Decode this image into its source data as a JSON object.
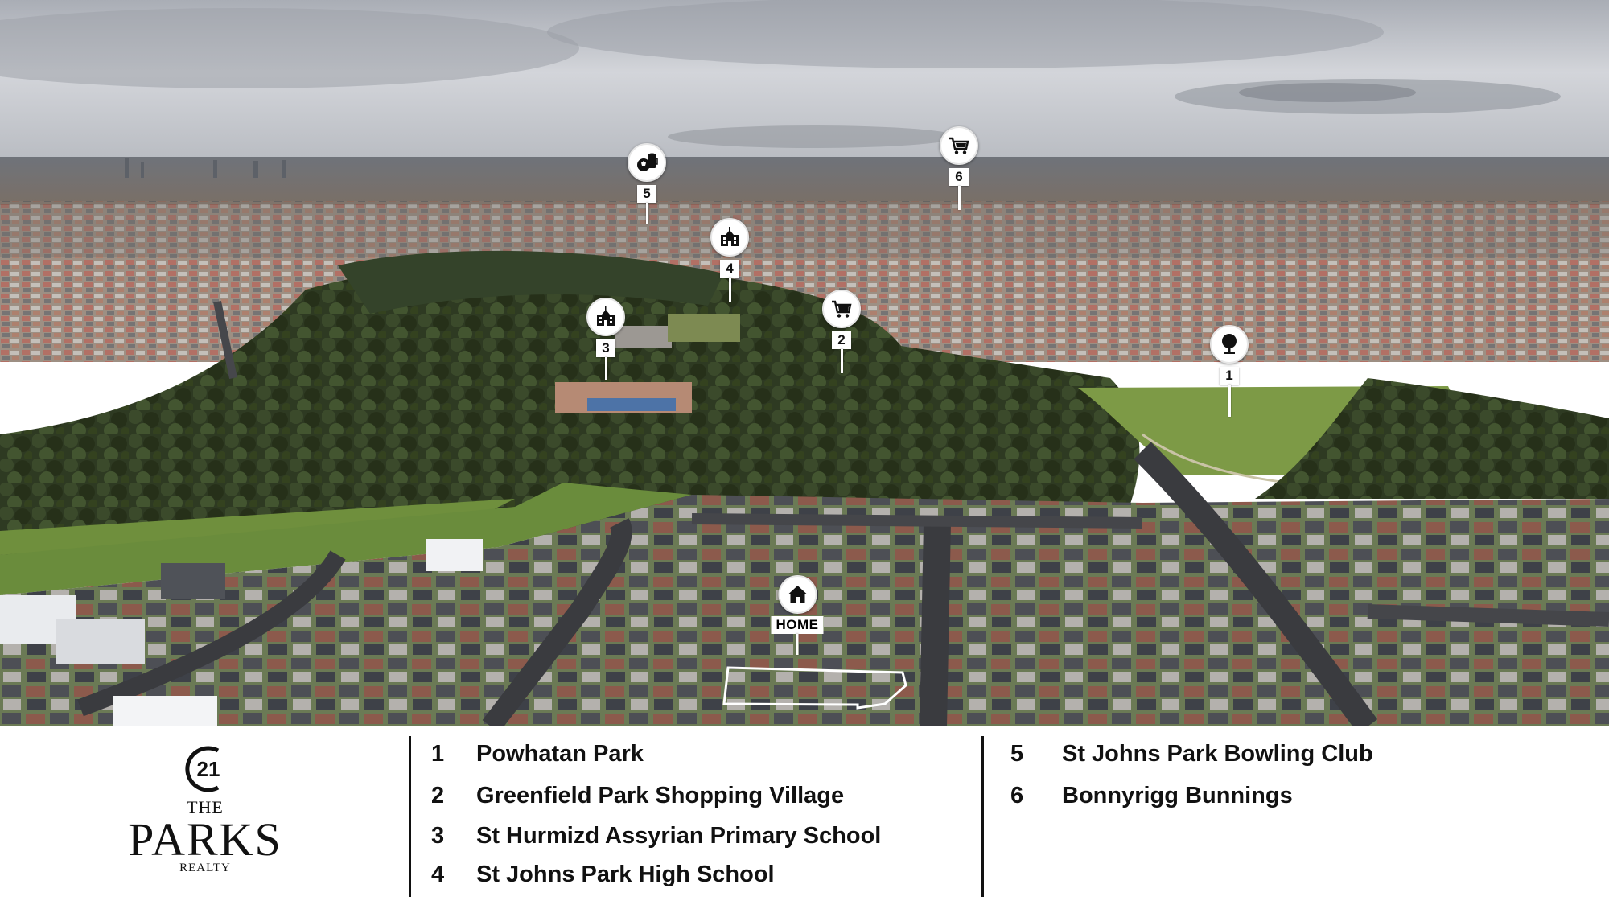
{
  "markers": [
    {
      "number": "1",
      "icon": "tree-icon",
      "category": "park"
    },
    {
      "number": "2",
      "icon": "shopping-cart-icon",
      "category": "shopping"
    },
    {
      "number": "3",
      "icon": "school-building-icon",
      "category": "school"
    },
    {
      "number": "4",
      "icon": "school-building-icon",
      "category": "school"
    },
    {
      "number": "5",
      "icon": "soccer-ball-beer-icon",
      "category": "club"
    },
    {
      "number": "6",
      "icon": "shopping-cart-icon",
      "category": "shopping"
    }
  ],
  "home": {
    "label": "HOME",
    "icon": "house-icon"
  },
  "logo": {
    "mark": "21",
    "line1": "THE",
    "line2": "PARKS",
    "line3": "REALTY"
  },
  "legend": [
    {
      "number": "1",
      "name": "Powhatan Park"
    },
    {
      "number": "2",
      "name": "Greenfield Park Shopping Village"
    },
    {
      "number": "3",
      "name": "St Hurmizd Assyrian Primary School"
    },
    {
      "number": "4",
      "name": "St Johns Park High School"
    },
    {
      "number": "5",
      "name": "St Johns Park Bowling Club"
    },
    {
      "number": "6",
      "name": "Bonnyrigg Bunnings"
    }
  ],
  "colors": {
    "sky": "#c9ccd2",
    "suburb": "#8a8074",
    "trees": "#2f3a22",
    "grass": "#7c9a45",
    "road": "#3c3c40",
    "text": "#111111"
  }
}
